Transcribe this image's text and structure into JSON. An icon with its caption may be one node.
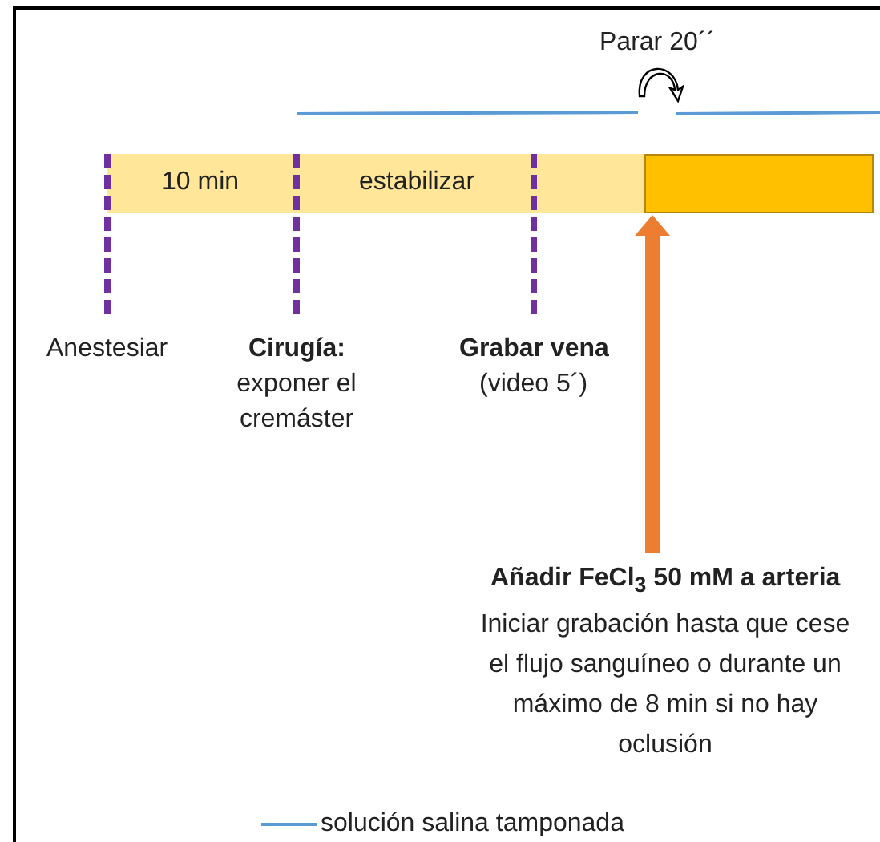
{
  "diagram": {
    "nodes": [
      {
        "text": [
          "10 min",
          "estabilizar"
        ]
      },
      {
        "text": [],
        "shape": "box"
      },
      {
        "text": [
          "**Añadir FeCl$_{3}$ 50 mM a arteria**",
          "Iniciar grabación hasta que cese el flujo sanguíneo o durante un máximo de 8 min si no hay oclusión"
        ]
      }
    ],
    "edges": [
      {
        "from": 2,
        "to": 1,
        "arrow": "to",
        "color": "#ed7d31"
      }
    ],
    "labels": [
      "Parar 20´´",
      "Anestesiar",
      "Cirugía:",
      "exponer el cremáster",
      "Grabar vena",
      "(video 5´)"
    ],
    "legend": [
      {
        "text": "solución salina tamponada"
      }
    ]
  }
}
